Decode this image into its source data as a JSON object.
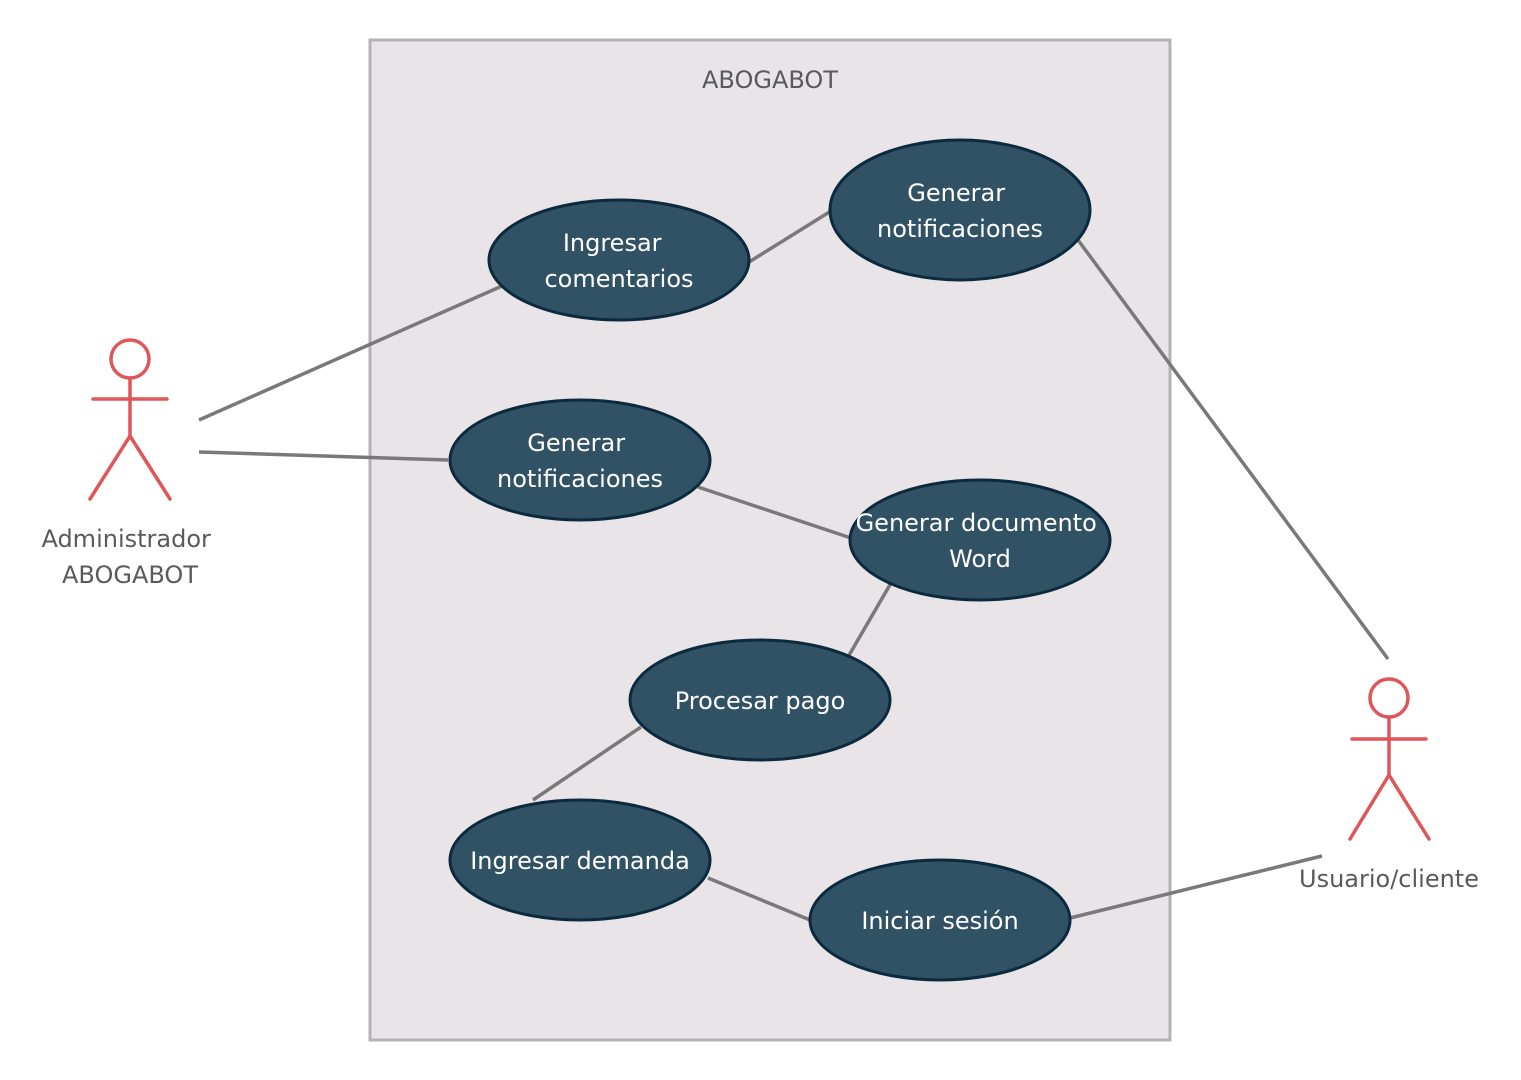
{
  "colors": {
    "background": "#ffffff",
    "system_fill": "#e8e4e8",
    "system_border": "#b3b3b3",
    "usecase_fill": "#315265",
    "usecase_border": "#0c2a3d",
    "usecase_text": "#ffffff",
    "actor_stroke": "#e05658",
    "label_text": "#5a5a5a",
    "connector": "#7a7878"
  },
  "system": {
    "title": "ABOGABOT"
  },
  "actors": {
    "admin": {
      "icon": "stick-figure-icon",
      "label_lines": [
        "Administrador",
        "ABOGABOT"
      ]
    },
    "user": {
      "icon": "stick-figure-icon",
      "label_lines": [
        "Usuario/cliente"
      ]
    }
  },
  "use_cases": {
    "ingresar_comentarios": {
      "lines": [
        "Ingresar",
        "comentarios"
      ]
    },
    "generar_notificaciones_top": {
      "lines": [
        "Generar",
        "notificaciones"
      ]
    },
    "generar_notificaciones_mid": {
      "lines": [
        "Generar",
        "notificaciones"
      ]
    },
    "generar_documento_word": {
      "lines": [
        "Generar documento",
        "Word"
      ]
    },
    "procesar_pago": {
      "lines": [
        "Procesar pago"
      ]
    },
    "ingresar_demanda": {
      "lines": [
        "Ingresar demanda"
      ]
    },
    "iniciar_sesion": {
      "lines": [
        "Iniciar sesión"
      ]
    }
  },
  "associations": [
    {
      "from": "admin",
      "to": "ingresar_comentarios"
    },
    {
      "from": "admin",
      "to": "generar_notificaciones_mid"
    },
    {
      "from": "ingresar_comentarios",
      "to": "generar_notificaciones_top"
    },
    {
      "from": "generar_notificaciones_top",
      "to": "user"
    },
    {
      "from": "generar_notificaciones_mid",
      "to": "generar_documento_word"
    },
    {
      "from": "generar_documento_word",
      "to": "procesar_pago"
    },
    {
      "from": "procesar_pago",
      "to": "ingresar_demanda"
    },
    {
      "from": "ingresar_demanda",
      "to": "iniciar_sesion"
    },
    {
      "from": "iniciar_sesion",
      "to": "user"
    }
  ]
}
